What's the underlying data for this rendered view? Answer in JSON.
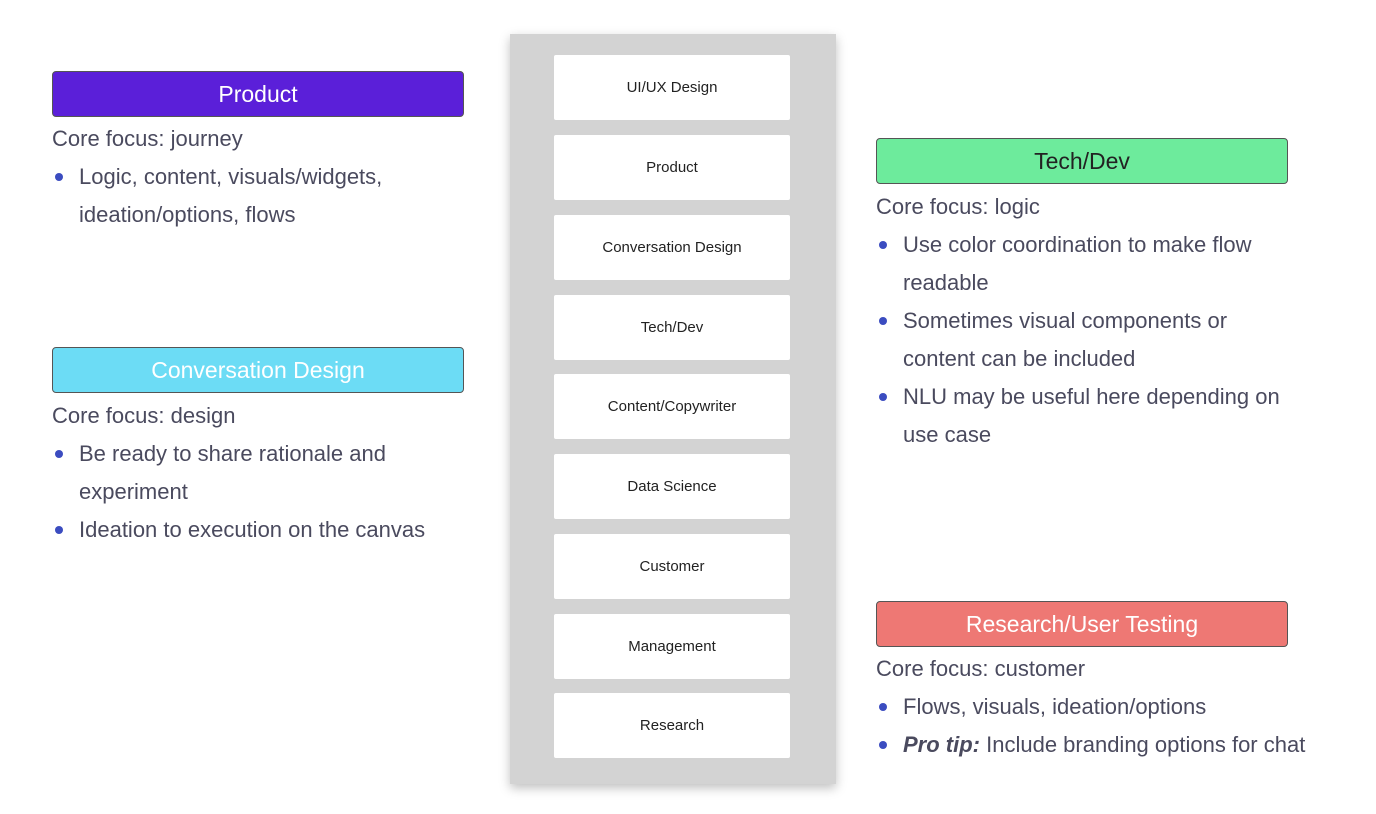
{
  "roles": [
    "UI/UX Design",
    "Product",
    "Conversation Design",
    "Tech/Dev",
    "Content/Copywriter",
    "Data Science",
    "Customer",
    "Management",
    "Research"
  ],
  "product": {
    "title": "Product",
    "color": "#5b1fd9",
    "focus": "Core focus: journey",
    "bullets": [
      "Logic, content, visuals/widgets, ideation/options, flows"
    ]
  },
  "conversation": {
    "title": "Conversation Design",
    "color": "#6cdcf5",
    "focus": "Core focus: design",
    "bullets": [
      "Be ready to share rationale and experiment",
      "Ideation to execution on the canvas"
    ]
  },
  "tech": {
    "title": "Tech/Dev",
    "color": "#6deb9c",
    "focus": "Core focus: logic",
    "bullets": [
      "Use color coordination to make flow readable",
      "Sometimes visual components or content can be included",
      "NLU may be useful here depending on use case"
    ]
  },
  "research": {
    "title": "Research/User Testing",
    "color": "#ee7874",
    "focus": "Core focus: customer",
    "bullets": [
      "Flows, visuals, ideation/options"
    ],
    "tip_label": "Pro tip:",
    "tip_text": " Include branding options for chat"
  }
}
